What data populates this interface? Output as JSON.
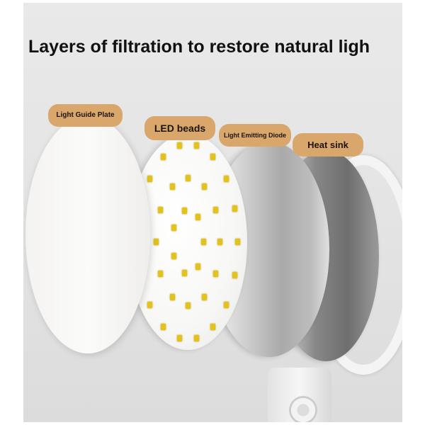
{
  "title": "Layers of filtration to restore natural ligh",
  "labels": {
    "light_guide_plate": "Light Guide Plate",
    "led_beads": "LED beads",
    "light_emitting_diode": "Light Emitting Diode",
    "heat_sink": "Heat sink"
  },
  "colors": {
    "label_bg": "#d9a66b",
    "bead": "#e4c21c"
  }
}
